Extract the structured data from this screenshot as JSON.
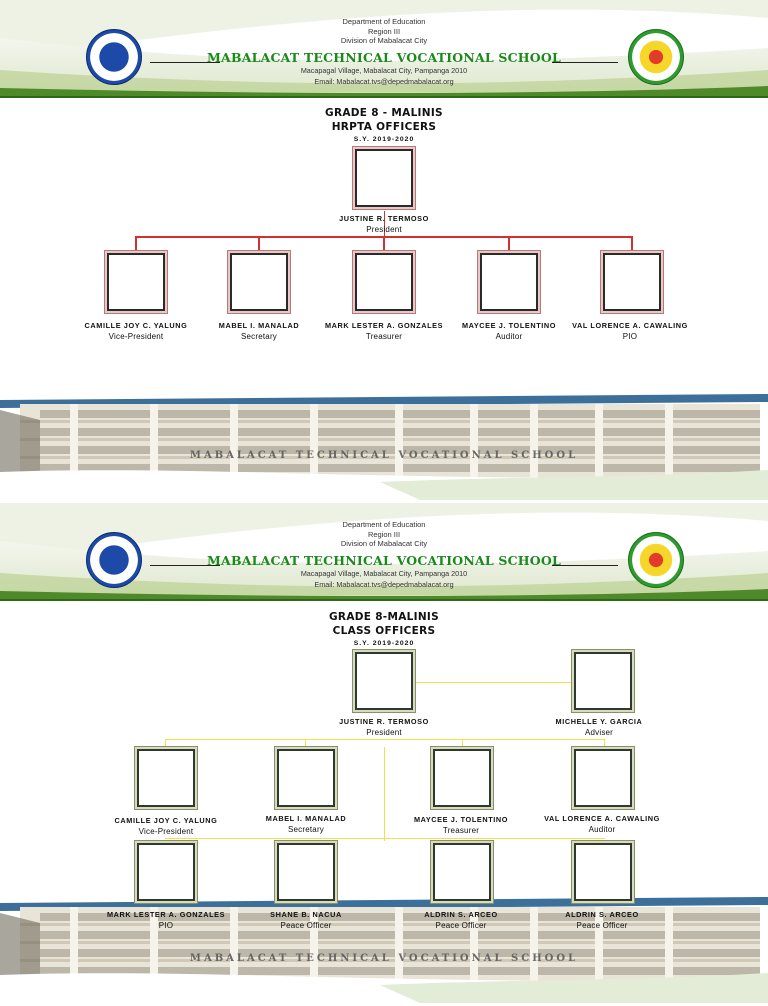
{
  "header": {
    "department": "Department of Education",
    "region": "Region III",
    "division": "Division of Mabalacat City",
    "school": "MABALACAT TECHNICAL VOCATIONAL SCHOOL",
    "address": "Macapagal Village, Mabalacat City, Pampanga 2010",
    "email": "Email: Mabalacat.tvs@depedmabalacat.org"
  },
  "footer": {
    "watermark": "MABALACAT TECHNICAL VOCATIONAL SCHOOL"
  },
  "page1": {
    "title": "GRADE 8 - MALINIS",
    "subtitle": "HRPTA OFFICERS",
    "sy": "S.Y. 2019-2020",
    "officers": [
      {
        "name": "JUSTINE R. TERMOSO",
        "role": "President"
      },
      {
        "name": "CAMILLE JOY C. YALUNG",
        "role": "Vice-President"
      },
      {
        "name": "MABEL I. MANALAD",
        "role": "Secretary"
      },
      {
        "name": "MARK LESTER A. GONZALES",
        "role": "Treasurer"
      },
      {
        "name": "MAYCEE J. TOLENTINO",
        "role": "Auditor"
      },
      {
        "name": "VAL LORENCE A. CAWALING",
        "role": "PIO"
      }
    ]
  },
  "page2": {
    "title": "GRADE 8-MALINIS",
    "subtitle": "CLASS OFFICERS",
    "sy": "S.Y. 2019-2020",
    "officers": [
      {
        "name": "JUSTINE R. TERMOSO",
        "role": "President"
      },
      {
        "name": "MICHELLE Y. GARCIA",
        "role": "Adviser"
      },
      {
        "name": "CAMILLE JOY C. YALUNG",
        "role": "Vice-President"
      },
      {
        "name": "MABEL I. MANALAD",
        "role": "Secretary"
      },
      {
        "name": "MAYCEE J. TOLENTINO",
        "role": "Treasurer"
      },
      {
        "name": "VAL LORENCE A. CAWALING",
        "role": "Auditor"
      },
      {
        "name": "MARK LESTER A. GONZALES",
        "role": "PIO"
      },
      {
        "name": "SHANE B. NACUA",
        "role": "Peace Officer"
      },
      {
        "name": "ALDRIN S. ARCEO",
        "role": "Peace Officer"
      },
      {
        "name": "ALDRIN S. ARCEO",
        "role": "Peace Officer"
      }
    ]
  }
}
